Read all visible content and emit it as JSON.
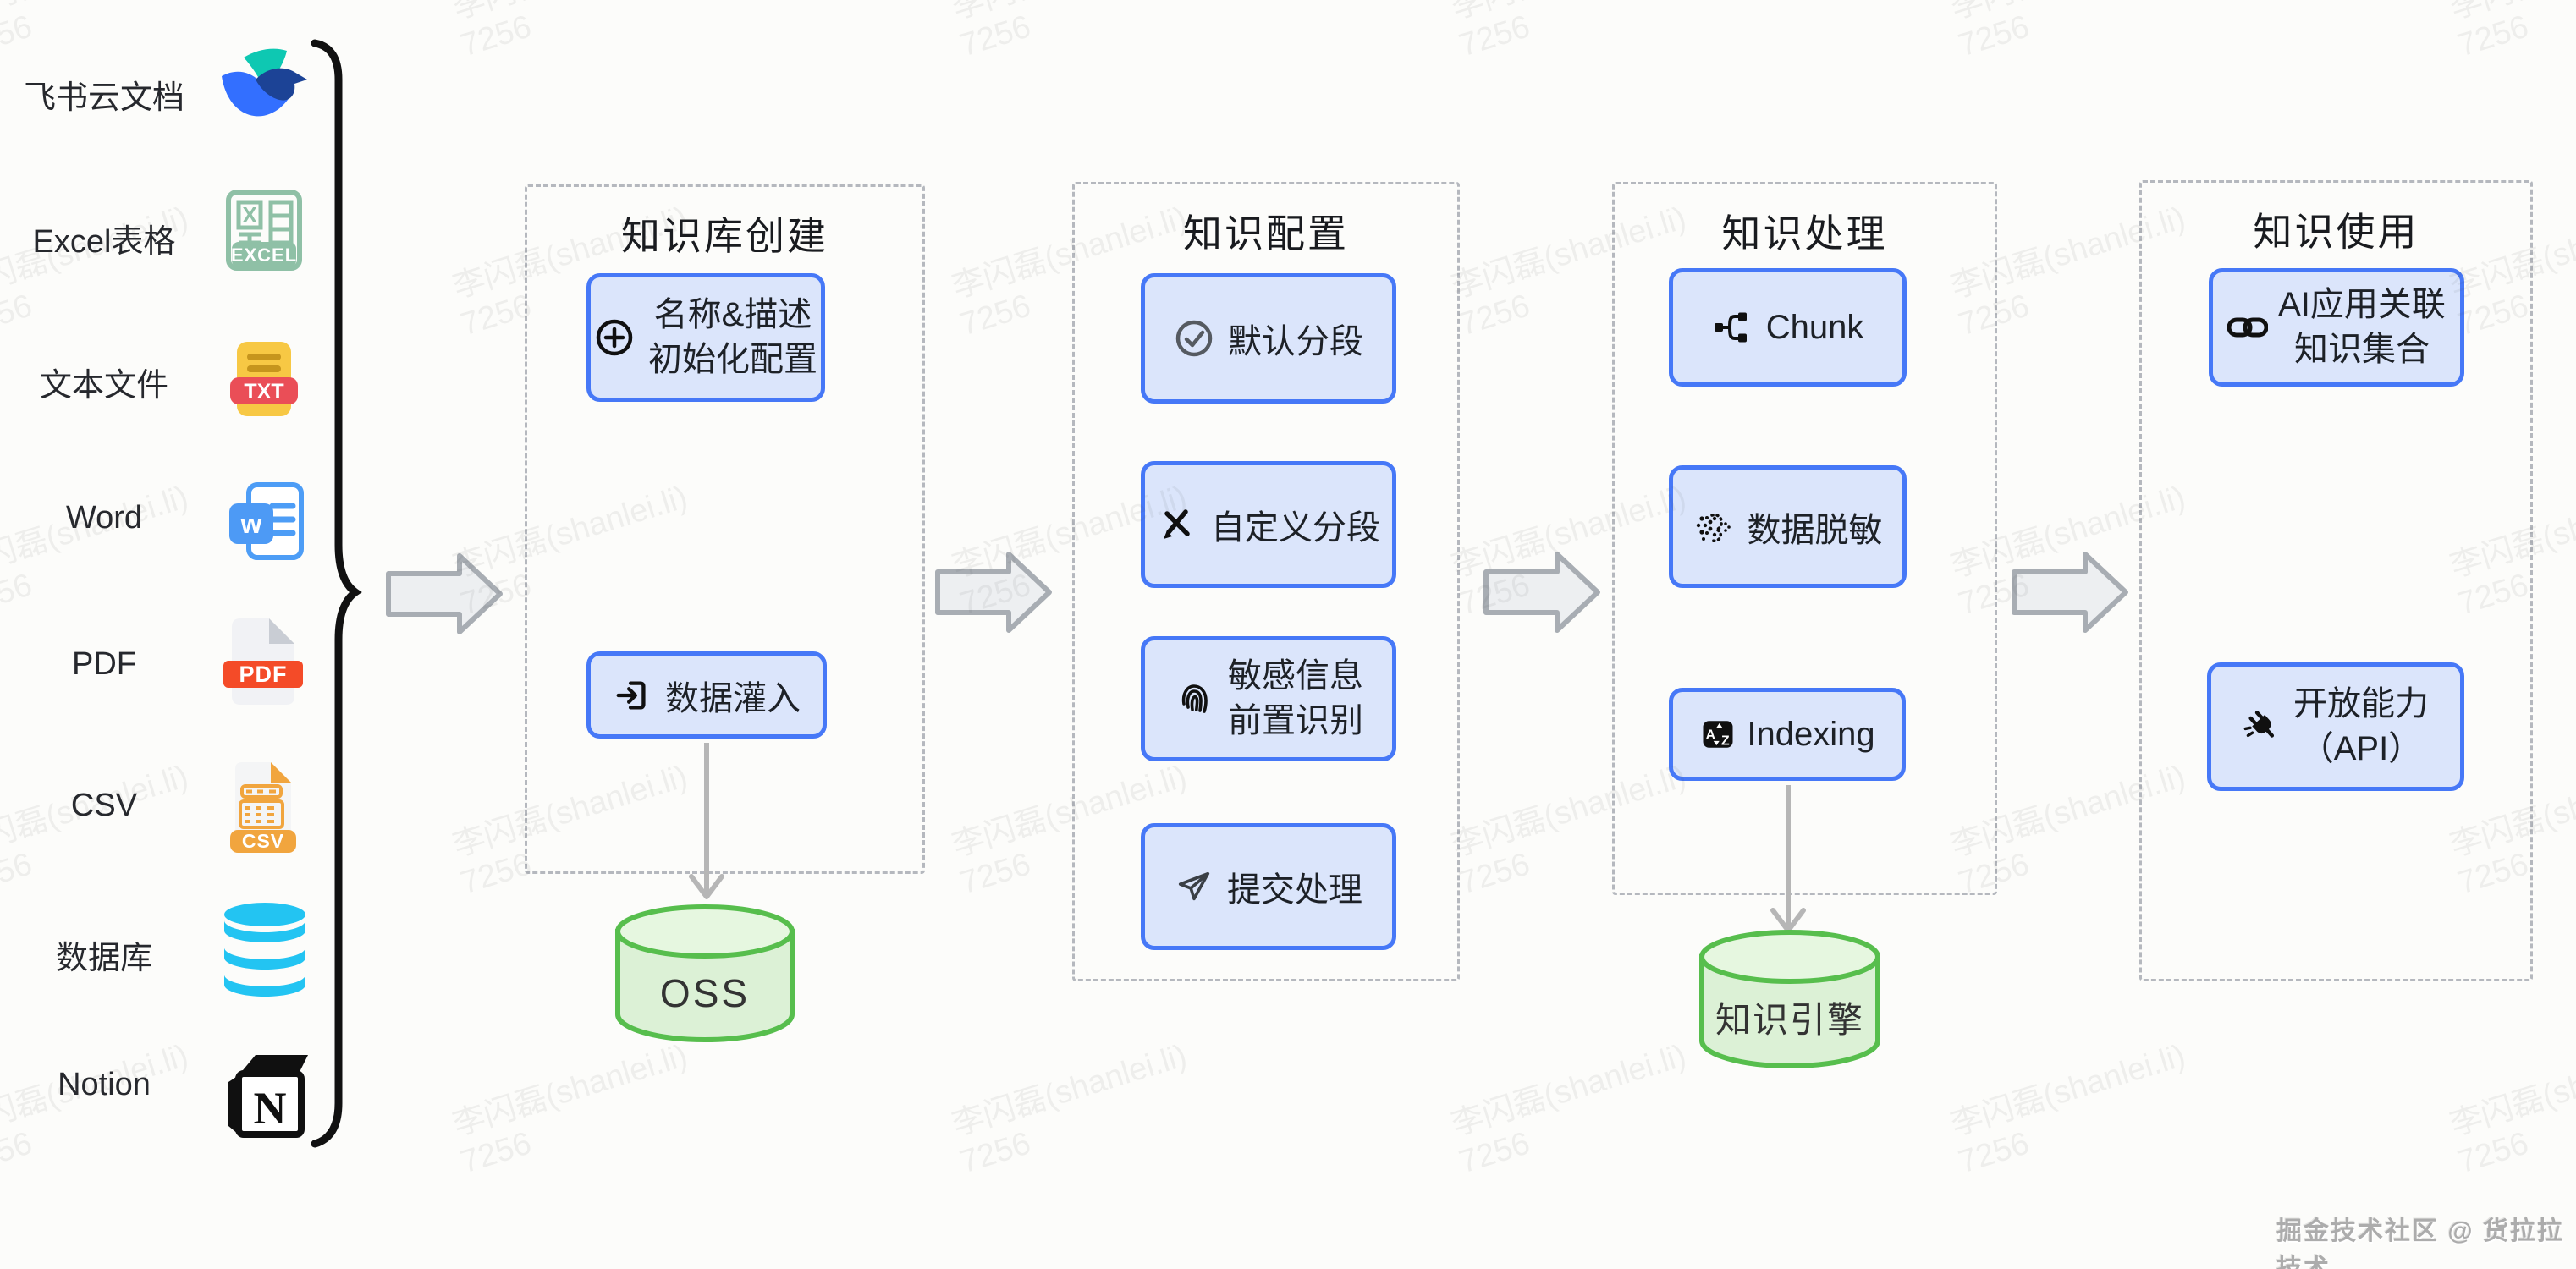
{
  "watermark": {
    "line1": "李闪磊(shanlei.li)",
    "line2": "7256"
  },
  "credit": "掘金技术社区 @ 货拉拉技术",
  "sources": [
    {
      "label": "飞书云文档"
    },
    {
      "label": "Excel表格"
    },
    {
      "label": "文本文件"
    },
    {
      "label": "Word"
    },
    {
      "label": "PDF"
    },
    {
      "label": "CSV"
    },
    {
      "label": "数据库"
    },
    {
      "label": "Notion"
    }
  ],
  "icon_texts": {
    "excel_x": "X",
    "excel_badge": "EXCEL",
    "txt_badge": "TXT",
    "word_letter": "w",
    "pdf_badge": "PDF",
    "csv_badge": "CSV",
    "notion_letter": "N",
    "az_a": "A",
    "az_z": "Z"
  },
  "stage1": {
    "title": "知识库创建",
    "box_init_line1": "名称&描述",
    "box_init_line2": "初始化配置",
    "box_ingest": "数据灌入",
    "store": "OSS"
  },
  "stage2": {
    "title": "知识配置",
    "box_default": "默认分段",
    "box_custom": "自定义分段",
    "box_sensitive_line1": "敏感信息",
    "box_sensitive_line2": "前置识别",
    "box_submit": "提交处理"
  },
  "stage3": {
    "title": "知识处理",
    "box_chunk": "Chunk",
    "box_mask": "数据脱敏",
    "box_indexing": "Indexing",
    "store": "知识引擎"
  },
  "stage4": {
    "title": "知识使用",
    "box_ai_line1": "AI应用关联",
    "box_ai_line2": "知识集合",
    "box_api_line1": "开放能力",
    "box_api_line2": "（API）"
  },
  "colors": {
    "node_border": "#4678F7",
    "node_fill": "#DBE5FB",
    "store_border": "#57BE4D",
    "store_fill": "#DCF1D6",
    "flow_arrow_fill": "#EDEFF1",
    "flow_arrow_stroke": "#A8ADB3",
    "database_icon": "#23C4F2"
  }
}
